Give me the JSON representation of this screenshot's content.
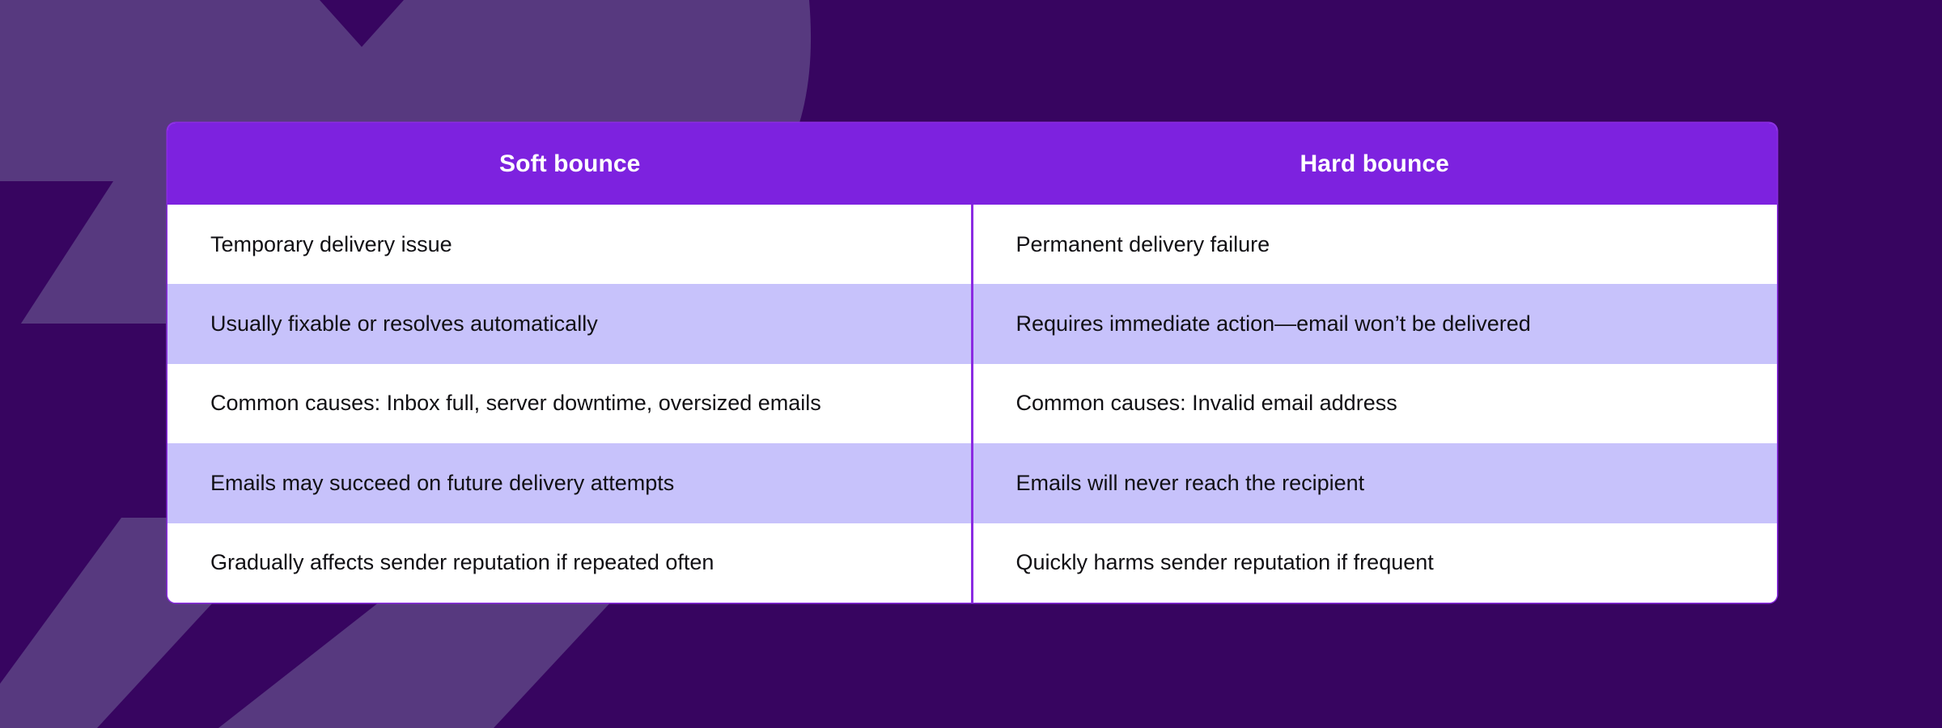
{
  "colors": {
    "background_dark": "#370560",
    "background_shape": "#57397F",
    "header_purple": "#7D22DF",
    "divider_purple": "#8B2BE2",
    "row_alt_lavender": "#C7C2FB",
    "row_base_white": "#FFFFFF",
    "header_text": "#FFFFFF",
    "body_text": "#111014"
  },
  "table": {
    "headers": [
      {
        "label": "Soft bounce"
      },
      {
        "label": "Hard bounce"
      }
    ],
    "rows": [
      {
        "soft": "Temporary delivery issue",
        "hard": "Permanent delivery failure"
      },
      {
        "soft": "Usually fixable or resolves automatically",
        "hard": "Requires immediate action—email won’t be delivered"
      },
      {
        "soft": "Common causes: Inbox full, server downtime, oversized emails",
        "hard": "Common causes: Invalid email address"
      },
      {
        "soft": "Emails may succeed on future delivery attempts",
        "hard": "Emails will never reach the recipient"
      },
      {
        "soft": "Gradually affects sender reputation if repeated often",
        "hard": "Quickly harms sender reputation if frequent"
      }
    ]
  }
}
